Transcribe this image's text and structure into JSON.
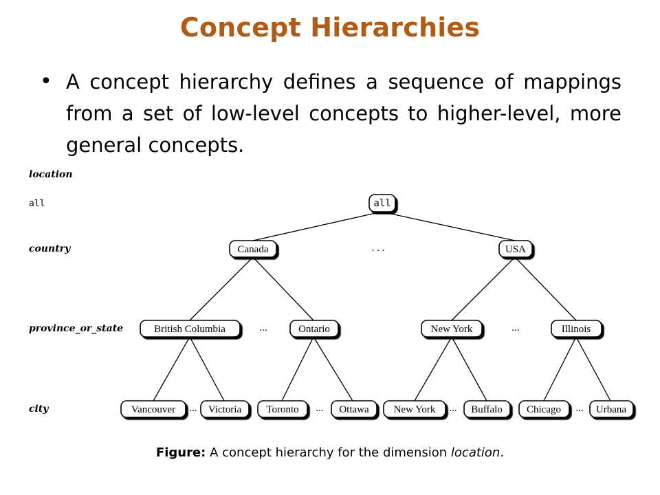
{
  "slide": {
    "title": "Concept Hierarchies",
    "bullet": "A concept hierarchy defines a sequence of mappings from a set of low-level concepts to higher-level, more general concepts."
  },
  "diagram": {
    "levels": {
      "location": "location",
      "all": "all",
      "country": "country",
      "province": "province_or_state",
      "city": "city"
    },
    "nodes": {
      "all": "all",
      "canada": "Canada",
      "usa": "USA",
      "british_columbia": "British Columbia",
      "ontario": "Ontario",
      "new_york_state": "New York",
      "illinois": "Illinois",
      "vancouver": "Vancouver",
      "victoria": "Victoria",
      "toronto": "Toronto",
      "ottawa": "Ottawa",
      "new_york_city": "New York",
      "buffalo": "Buffalo",
      "chicago": "Chicago",
      "urbana": "Urbana"
    },
    "ellipsis": {
      "country": ". . .",
      "province": "...",
      "city": "..."
    }
  },
  "caption": {
    "label": "Figure:",
    "text_before": " A concept hierarchy for the dimension ",
    "emphasis": "location",
    "text_after": "."
  }
}
